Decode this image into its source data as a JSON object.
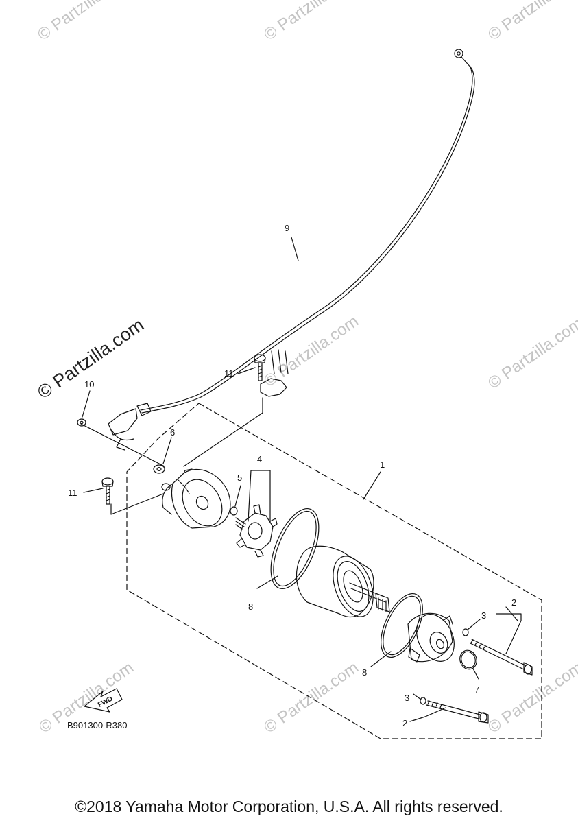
{
  "watermark": {
    "text": "© Partzilla.com",
    "faint_text": "© Partzilla.com"
  },
  "callouts": {
    "c1": "1",
    "c2a": "2",
    "c2b": "2",
    "c3a": "3",
    "c3b": "3",
    "c4": "4",
    "c5": "5",
    "c6": "6",
    "c7": "7",
    "c8a": "8",
    "c8b": "8",
    "c9": "9",
    "c10": "10",
    "c11a": "11",
    "c11b": "11"
  },
  "fwd_label": "FWD",
  "diagram_code": "B901300-R380",
  "copyright": "©2018 Yamaha Motor Corporation, U.S.A. All rights reserved.",
  "colors": {
    "line": "#111111",
    "watermark": "#c4c4c4"
  }
}
